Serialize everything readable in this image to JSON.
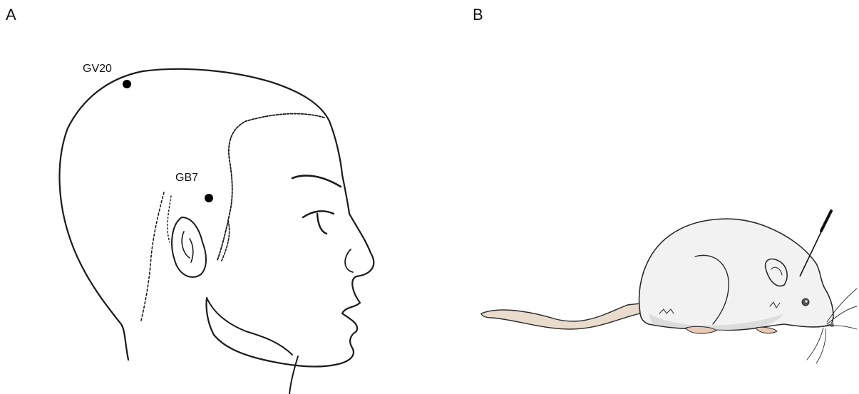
{
  "panels": {
    "a": {
      "label": "A"
    },
    "b": {
      "label": "B"
    }
  },
  "points": {
    "gv20": "GV20",
    "gb7": "GB7"
  },
  "colors": {
    "line": "#1a1a1a",
    "rat_body": "#f2f2f2",
    "rat_shadow": "#dcdcdc",
    "tail": "#e9dccd",
    "paw": "#e8c9b5"
  }
}
